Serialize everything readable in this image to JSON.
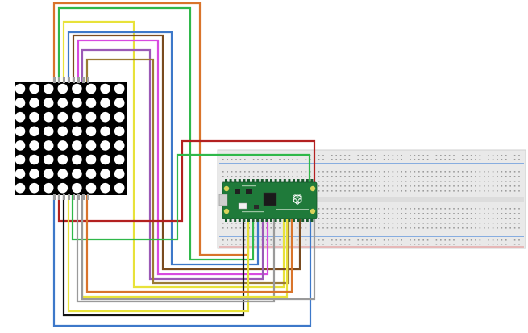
{
  "diagram": {
    "components": [
      {
        "id": "matrix",
        "kind": "8x8 LED dot matrix",
        "rows": 8,
        "cols": 8
      },
      {
        "id": "pico",
        "kind": "Raspberry Pi Pico microcontroller board",
        "silkscreen": ""
      },
      {
        "id": "breadboard",
        "kind": "half-size solderless breadboard"
      }
    ],
    "wire_colors": {
      "orange": "#d9742b",
      "green": "#2fb84a",
      "yellow": "#e8e23a",
      "blue": "#3d78c9",
      "brown": "#7a4b1f",
      "magenta": "#d84ae0",
      "purple": "#9b59b6",
      "olive": "#9a7b34",
      "red": "#b32020",
      "gray": "#9a9a9a",
      "black": "#111111"
    },
    "board_colors": {
      "matrix_body": "#000000",
      "led_off": "#ffffff",
      "pico_pcb": "#1f7a3a",
      "pico_pads": "#d8d35a",
      "breadboard_body": "#e9e9e9",
      "breadboard_rail_red": "#e06666",
      "breadboard_rail_blue": "#6699dd"
    }
  }
}
